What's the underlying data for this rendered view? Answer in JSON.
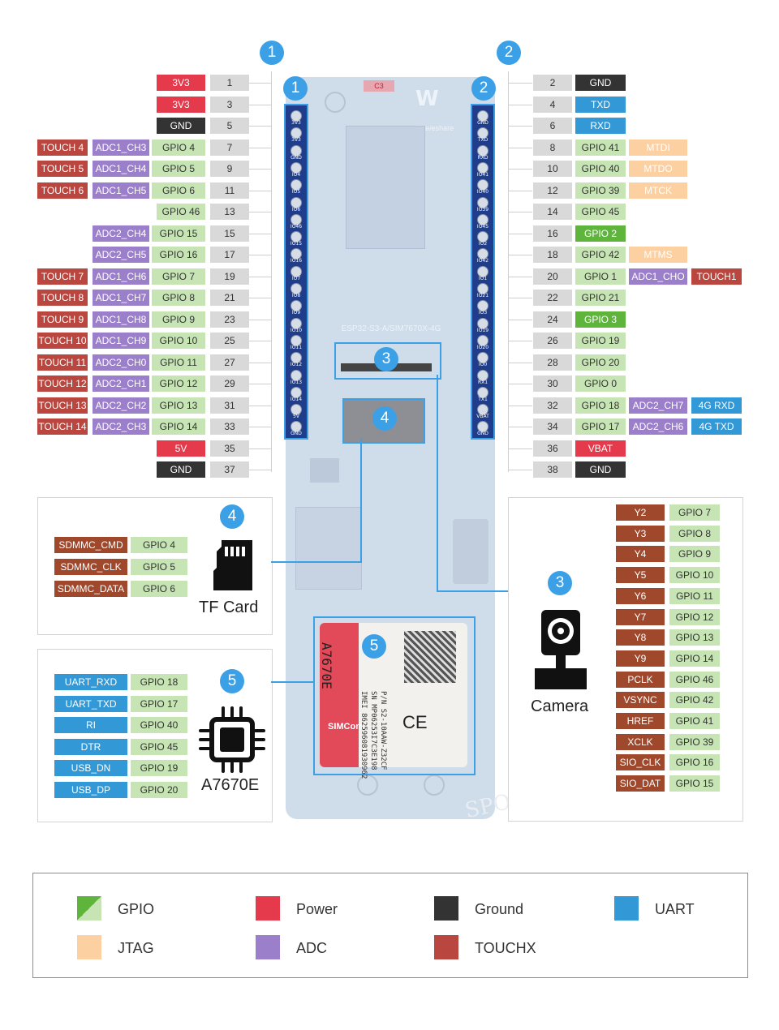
{
  "colors": {
    "gpio": "#c7e5b4",
    "gpio_dark": "#5fb43c",
    "power": "#e43a4c",
    "ground": "#333333",
    "uart": "#3298d6",
    "jtag": "#fcd0a1",
    "adc": "#9c7fcb",
    "touch": "#b9473f",
    "pinno": "#d9d9d9",
    "brown": "#a0482c",
    "accent": "#3ca0e6"
  },
  "header_badges": {
    "left": "1",
    "right": "2"
  },
  "left_pins": [
    {
      "no": "1",
      "labels": [
        {
          "t": "3V3",
          "c": "power"
        }
      ]
    },
    {
      "no": "3",
      "labels": [
        {
          "t": "3V3",
          "c": "power"
        }
      ]
    },
    {
      "no": "5",
      "labels": [
        {
          "t": "GND",
          "c": "ground"
        }
      ]
    },
    {
      "no": "7",
      "labels": [
        {
          "t": "GPIO 4",
          "c": "gpio"
        },
        {
          "t": "ADC1_CH3",
          "c": "adc"
        },
        {
          "t": "TOUCH 4",
          "c": "touch"
        }
      ]
    },
    {
      "no": "9",
      "labels": [
        {
          "t": "GPIO 5",
          "c": "gpio"
        },
        {
          "t": "ADC1_CH4",
          "c": "adc"
        },
        {
          "t": "TOUCH 5",
          "c": "touch"
        }
      ]
    },
    {
      "no": "11",
      "labels": [
        {
          "t": "GPIO 6",
          "c": "gpio"
        },
        {
          "t": "ADC1_CH5",
          "c": "adc"
        },
        {
          "t": "TOUCH 6",
          "c": "touch"
        }
      ]
    },
    {
      "no": "13",
      "labels": [
        {
          "t": "GPIO 46",
          "c": "gpio"
        }
      ]
    },
    {
      "no": "15",
      "labels": [
        {
          "t": "GPIO 15",
          "c": "gpio"
        },
        {
          "t": "ADC2_CH4",
          "c": "adc"
        }
      ]
    },
    {
      "no": "17",
      "labels": [
        {
          "t": "GPIO 16",
          "c": "gpio"
        },
        {
          "t": "ADC2_CH5",
          "c": "adc"
        }
      ]
    },
    {
      "no": "19",
      "labels": [
        {
          "t": "GPIO 7",
          "c": "gpio"
        },
        {
          "t": "ADC1_CH6",
          "c": "adc"
        },
        {
          "t": "TOUCH 7",
          "c": "touch"
        }
      ]
    },
    {
      "no": "21",
      "labels": [
        {
          "t": "GPIO 8",
          "c": "gpio"
        },
        {
          "t": "ADC1_CH7",
          "c": "adc"
        },
        {
          "t": "TOUCH 8",
          "c": "touch"
        }
      ]
    },
    {
      "no": "23",
      "labels": [
        {
          "t": "GPIO 9",
          "c": "gpio"
        },
        {
          "t": "ADC1_CH8",
          "c": "adc"
        },
        {
          "t": "TOUCH 9",
          "c": "touch"
        }
      ]
    },
    {
      "no": "25",
      "labels": [
        {
          "t": "GPIO 10",
          "c": "gpio"
        },
        {
          "t": "ADC1_CH9",
          "c": "adc"
        },
        {
          "t": "TOUCH 10",
          "c": "touch"
        }
      ]
    },
    {
      "no": "27",
      "labels": [
        {
          "t": "GPIO 11",
          "c": "gpio"
        },
        {
          "t": "ADC2_CH0",
          "c": "adc"
        },
        {
          "t": "TOUCH 11",
          "c": "touch"
        }
      ]
    },
    {
      "no": "29",
      "labels": [
        {
          "t": "GPIO 12",
          "c": "gpio"
        },
        {
          "t": "ADC2_CH1",
          "c": "adc"
        },
        {
          "t": "TOUCH 12",
          "c": "touch"
        }
      ]
    },
    {
      "no": "31",
      "labels": [
        {
          "t": "GPIO 13",
          "c": "gpio"
        },
        {
          "t": "ADC2_CH2",
          "c": "adc"
        },
        {
          "t": "TOUCH 13",
          "c": "touch"
        }
      ]
    },
    {
      "no": "33",
      "labels": [
        {
          "t": "GPIO 14",
          "c": "gpio"
        },
        {
          "t": "ADC2_CH3",
          "c": "adc"
        },
        {
          "t": "TOUCH 14",
          "c": "touch"
        }
      ]
    },
    {
      "no": "35",
      "labels": [
        {
          "t": "5V",
          "c": "power"
        }
      ]
    },
    {
      "no": "37",
      "labels": [
        {
          "t": "GND",
          "c": "ground"
        }
      ]
    }
  ],
  "right_pins": [
    {
      "no": "2",
      "labels": [
        {
          "t": "GND",
          "c": "ground"
        }
      ]
    },
    {
      "no": "4",
      "labels": [
        {
          "t": "TXD",
          "c": "uart"
        }
      ]
    },
    {
      "no": "6",
      "labels": [
        {
          "t": "RXD",
          "c": "uart"
        }
      ]
    },
    {
      "no": "8",
      "labels": [
        {
          "t": "GPIO 41",
          "c": "gpio"
        },
        {
          "t": "MTDI",
          "c": "jtag"
        }
      ]
    },
    {
      "no": "10",
      "labels": [
        {
          "t": "GPIO 40",
          "c": "gpio"
        },
        {
          "t": "MTDO",
          "c": "jtag"
        }
      ]
    },
    {
      "no": "12",
      "labels": [
        {
          "t": "GPIO 39",
          "c": "gpio"
        },
        {
          "t": "MTCK",
          "c": "jtag"
        }
      ]
    },
    {
      "no": "14",
      "labels": [
        {
          "t": "GPIO 45",
          "c": "gpio"
        }
      ]
    },
    {
      "no": "16",
      "labels": [
        {
          "t": "GPIO 2",
          "c": "gpio_dark"
        }
      ]
    },
    {
      "no": "18",
      "labels": [
        {
          "t": "GPIO 42",
          "c": "gpio"
        },
        {
          "t": "MTMS",
          "c": "jtag"
        }
      ]
    },
    {
      "no": "20",
      "labels": [
        {
          "t": "GPIO 1",
          "c": "gpio"
        },
        {
          "t": "ADC1_CHO",
          "c": "adc"
        },
        {
          "t": "TOUCH1",
          "c": "touch"
        }
      ]
    },
    {
      "no": "22",
      "labels": [
        {
          "t": "GPIO 21",
          "c": "gpio"
        }
      ]
    },
    {
      "no": "24",
      "labels": [
        {
          "t": "GPIO 3",
          "c": "gpio_dark"
        }
      ]
    },
    {
      "no": "26",
      "labels": [
        {
          "t": "GPIO 19",
          "c": "gpio"
        }
      ]
    },
    {
      "no": "28",
      "labels": [
        {
          "t": "GPIO 20",
          "c": "gpio"
        }
      ]
    },
    {
      "no": "30",
      "labels": [
        {
          "t": "GPIO 0",
          "c": "gpio"
        }
      ]
    },
    {
      "no": "32",
      "labels": [
        {
          "t": "GPIO 18",
          "c": "gpio"
        },
        {
          "t": "ADC2_CH7",
          "c": "adc"
        },
        {
          "t": "4G RXD",
          "c": "uart"
        }
      ]
    },
    {
      "no": "34",
      "labels": [
        {
          "t": "GPIO 17",
          "c": "gpio"
        },
        {
          "t": "ADC2_CH6",
          "c": "adc"
        },
        {
          "t": "4G TXD",
          "c": "uart"
        }
      ]
    },
    {
      "no": "36",
      "labels": [
        {
          "t": "VBAT",
          "c": "power"
        }
      ]
    },
    {
      "no": "38",
      "labels": [
        {
          "t": "GND",
          "c": "ground"
        }
      ]
    }
  ],
  "board": {
    "name": "ESP32-S3-A/SIM7670X-4G",
    "brand": "Waveshare",
    "left_silk": [
      "3V3",
      "3V3",
      "GND",
      "IO4",
      "IO5",
      "IO6",
      "IO46",
      "IO15",
      "IO16",
      "IO7",
      "IO8",
      "IO9",
      "IO10",
      "IO11",
      "IO12",
      "IO13",
      "IO14",
      "5V",
      "GND"
    ],
    "right_silk": [
      "GND",
      "TXD",
      "RXD",
      "IO41",
      "IO40",
      "IO39",
      "IO45",
      "IO2",
      "IO42",
      "IO1",
      "IO21",
      "IO3",
      "IO19",
      "IO20",
      "IO0",
      "RX1",
      "TX1",
      "VBAT",
      "GND"
    ],
    "module_name": "A7670E",
    "module_lines": [
      "P/N S2-10AAW-Z32CF",
      "SN MP06253I7C3E198",
      "IMEI 862596081930962"
    ],
    "module_brand": "SIMCom",
    "watermark": "SPOTPEAK",
    "c3": "C3"
  },
  "tf_card": {
    "badge": "4",
    "title": "TF Card",
    "rows": [
      {
        "name": "SDMMC_CMD",
        "gpio": "GPIO 4"
      },
      {
        "name": "SDMMC_CLK",
        "gpio": "GPIO 5"
      },
      {
        "name": "SDMMC_DATA",
        "gpio": "GPIO 6"
      }
    ]
  },
  "a7670e": {
    "badge": "5",
    "title": "A7670E",
    "rows": [
      {
        "name": "UART_RXD",
        "gpio": "GPIO 18"
      },
      {
        "name": "UART_TXD",
        "gpio": "GPIO 17"
      },
      {
        "name": "RI",
        "gpio": "GPIO 40"
      },
      {
        "name": "DTR",
        "gpio": "GPIO 45"
      },
      {
        "name": "USB_DN",
        "gpio": "GPIO 19"
      },
      {
        "name": "USB_DP",
        "gpio": "GPIO 20"
      }
    ]
  },
  "camera": {
    "badge": "3",
    "title": "Camera",
    "rows": [
      {
        "name": "Y2",
        "gpio": "GPIO 7"
      },
      {
        "name": "Y3",
        "gpio": "GPIO 8"
      },
      {
        "name": "Y4",
        "gpio": "GPIO 9"
      },
      {
        "name": "Y5",
        "gpio": "GPIO 10"
      },
      {
        "name": "Y6",
        "gpio": "GPIO 11"
      },
      {
        "name": "Y7",
        "gpio": "GPIO 12"
      },
      {
        "name": "Y8",
        "gpio": "GPIO 13"
      },
      {
        "name": "Y9",
        "gpio": "GPIO 14"
      },
      {
        "name": "PCLK",
        "gpio": "GPIO 46"
      },
      {
        "name": "VSYNC",
        "gpio": "GPIO 42"
      },
      {
        "name": "HREF",
        "gpio": "GPIO 41"
      },
      {
        "name": "XCLK",
        "gpio": "GPIO 39"
      },
      {
        "name": "SIO_CLK",
        "gpio": "GPIO 16"
      },
      {
        "name": "SIO_DAT",
        "gpio": "GPIO 15"
      }
    ]
  },
  "legend": [
    {
      "label": "GPIO",
      "c": "gpio"
    },
    {
      "label": "Power",
      "c": "power"
    },
    {
      "label": "Ground",
      "c": "ground"
    },
    {
      "label": "UART",
      "c": "uart"
    },
    {
      "label": "JTAG",
      "c": "jtag"
    },
    {
      "label": "ADC",
      "c": "adc"
    },
    {
      "label": "TOUCHX",
      "c": "touch"
    }
  ]
}
